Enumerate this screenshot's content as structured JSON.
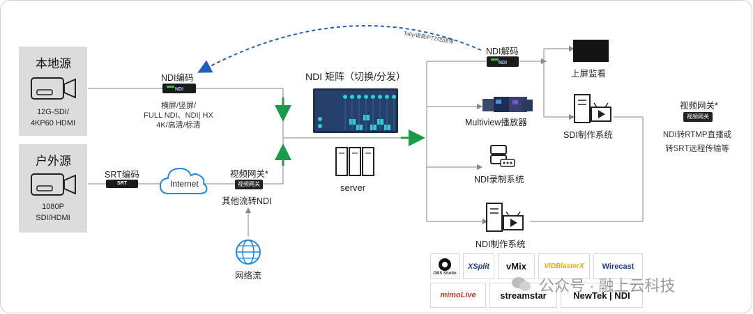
{
  "sources": {
    "local": {
      "title": "本地源",
      "line1": "12G-SDI/",
      "line2": "4KP60 HDMI"
    },
    "outdoor": {
      "title": "户外源",
      "line1": "1080P",
      "line2": "SDI/HDMI"
    }
  },
  "ndi_encoder": {
    "label": "NDI编码",
    "device_tag": "NDI",
    "note1": "横屏/竖屏/",
    "note2": "FULL NDI、NDI| HX",
    "note3": "4K/高清/标清"
  },
  "srt_encoder": {
    "label": "SRT编码",
    "device_tag": "SRT"
  },
  "cloud": {
    "label": "Internet"
  },
  "gateway_mid": {
    "label": "视频网关*",
    "device_tag": "视频网关",
    "note": "其他流转NDI"
  },
  "network_stream": {
    "label": "网络流"
  },
  "matrix": {
    "title": "NDI 矩阵（切换/分发）"
  },
  "server": {
    "label": "server"
  },
  "feedback": {
    "label": "Tally/语音/PTZ/回送等"
  },
  "ndi_decoder": {
    "label": "NDI解码",
    "device_tag": "NDI"
  },
  "screen": {
    "label": "上屏监看"
  },
  "multiview": {
    "label": "Multiview播放器"
  },
  "sdi_prod": {
    "label": "SDI制作系统"
  },
  "recorder": {
    "label": "NDI录制系统"
  },
  "ndi_prod": {
    "label": "NDI制作系统"
  },
  "gateway_right": {
    "label": "视频网关*",
    "device_tag": "视频网关",
    "note1": "NDI转RTMP直播或",
    "note2": "转SRT远程传输等"
  },
  "software_logos": {
    "obs": "OBS Studio",
    "xsplit": "XSplit",
    "vmix": "vMix",
    "vidblaster": "VIDBlasterX",
    "wirecast": "Wirecast",
    "mimolive": "mimoLive",
    "streamstar": "streamstar",
    "newtek": "NewTek | NDI"
  },
  "watermark": "公众号 · 融上云科技",
  "colors": {
    "accent_green": "#1a9b4a",
    "feedback_blue": "#1f5fbf",
    "line_gray": "#9a9a9a"
  }
}
